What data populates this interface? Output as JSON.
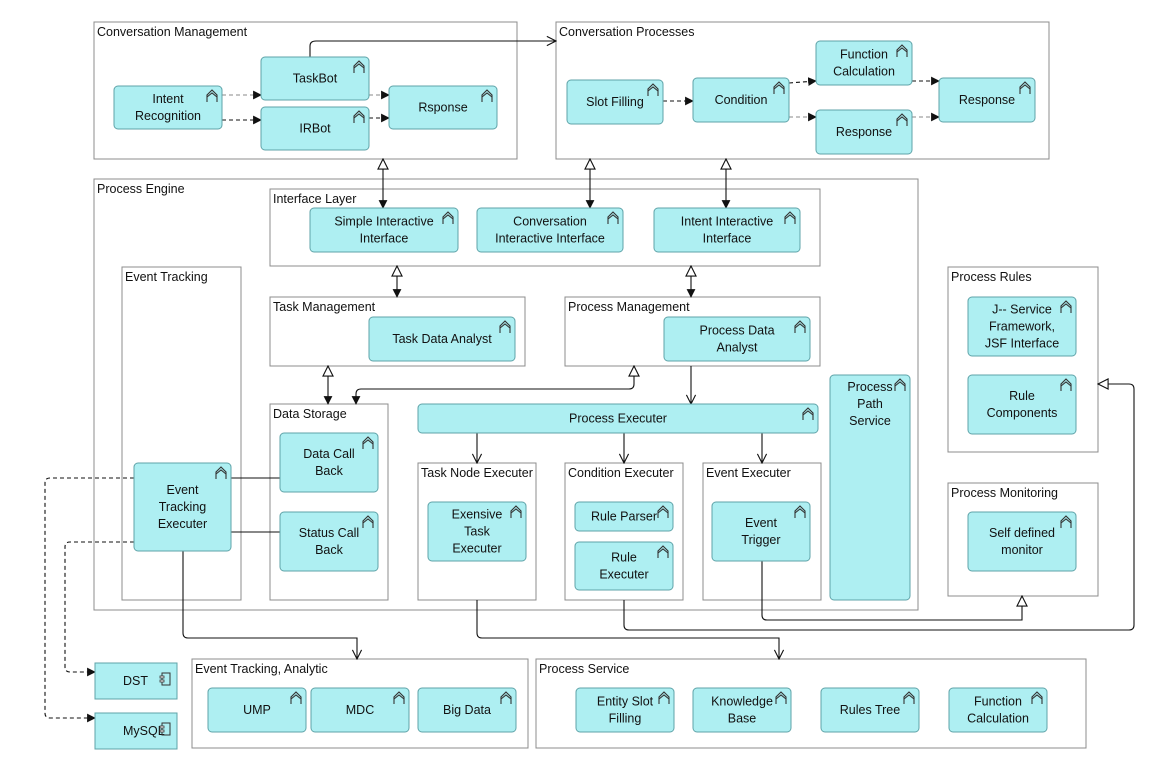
{
  "groups": [
    {
      "id": "conv_mgmt",
      "label": "Conversation Management"
    },
    {
      "id": "conv_proc",
      "label": "Conversation Processes"
    },
    {
      "id": "proc_engine",
      "label": "Process Engine"
    },
    {
      "id": "interface_layer",
      "label": "Interface Layer"
    },
    {
      "id": "event_tracking",
      "label": "Event Tracking"
    },
    {
      "id": "task_mgmt",
      "label": "Task Management"
    },
    {
      "id": "proc_mgmt",
      "label": "Process Management"
    },
    {
      "id": "data_storage",
      "label": "Data Storage"
    },
    {
      "id": "task_node_exec",
      "label": "Task Node Executer"
    },
    {
      "id": "cond_exec",
      "label": "Condition Executer"
    },
    {
      "id": "event_exec",
      "label": "Event Executer"
    },
    {
      "id": "proc_rules",
      "label": "Process Rules"
    },
    {
      "id": "proc_monitoring",
      "label": "Process Monitoring"
    },
    {
      "id": "event_analytic",
      "label": "Event Tracking, Analytic"
    },
    {
      "id": "proc_service",
      "label": "Process Service"
    }
  ],
  "nodes": [
    {
      "id": "intent_recognition",
      "lines": [
        "Intent",
        "Recognition"
      ]
    },
    {
      "id": "taskbot",
      "lines": [
        "TaskBot"
      ]
    },
    {
      "id": "irbot",
      "lines": [
        "IRBot"
      ]
    },
    {
      "id": "rsponse",
      "lines": [
        "Rsponse"
      ]
    },
    {
      "id": "slot_filling",
      "lines": [
        "Slot Filling"
      ]
    },
    {
      "id": "condition",
      "lines": [
        "Condition"
      ]
    },
    {
      "id": "function_calc_top",
      "lines": [
        "Function",
        "Calculation"
      ]
    },
    {
      "id": "response_mid",
      "lines": [
        "Response"
      ]
    },
    {
      "id": "response_right",
      "lines": [
        "Response"
      ]
    },
    {
      "id": "simple_interface",
      "lines": [
        "Simple Interactive",
        "Interface"
      ]
    },
    {
      "id": "conv_interface",
      "lines": [
        "Conversation",
        "Interactive Interface"
      ]
    },
    {
      "id": "intent_interface",
      "lines": [
        "Intent Interactive",
        "Interface"
      ]
    },
    {
      "id": "task_data_analyst",
      "lines": [
        "Task Data Analyst"
      ]
    },
    {
      "id": "proc_data_analyst",
      "lines": [
        "Process Data",
        "Analyst"
      ]
    },
    {
      "id": "proc_path_service",
      "lines": [
        "Process",
        "Path",
        "Service"
      ]
    },
    {
      "id": "data_call_back",
      "lines": [
        "Data Call",
        "Back"
      ]
    },
    {
      "id": "status_call_back",
      "lines": [
        "Status Call",
        "Back"
      ]
    },
    {
      "id": "event_tracking_exec",
      "lines": [
        "Event",
        "Tracking",
        "Executer"
      ]
    },
    {
      "id": "proc_executer",
      "lines": [
        "Process Executer"
      ]
    },
    {
      "id": "exensive_task",
      "lines": [
        "Exensive",
        "Task",
        "Executer"
      ]
    },
    {
      "id": "rule_parser",
      "lines": [
        "Rule Parser"
      ]
    },
    {
      "id": "rule_executer",
      "lines": [
        "Rule",
        "Executer"
      ]
    },
    {
      "id": "event_trigger",
      "lines": [
        "Event",
        "Trigger"
      ]
    },
    {
      "id": "j_service",
      "lines": [
        "J-- Service",
        "Framework,",
        "JSF Interface"
      ]
    },
    {
      "id": "rule_components",
      "lines": [
        "Rule",
        "Components"
      ]
    },
    {
      "id": "self_defined_monitor",
      "lines": [
        "Self defined",
        "monitor"
      ]
    },
    {
      "id": "ump",
      "lines": [
        "UMP"
      ]
    },
    {
      "id": "mdc",
      "lines": [
        "MDC"
      ]
    },
    {
      "id": "big_data",
      "lines": [
        "Big Data"
      ]
    },
    {
      "id": "entity_slot",
      "lines": [
        "Entity Slot",
        "Filling"
      ]
    },
    {
      "id": "knowledge_base",
      "lines": [
        "Knowledge",
        "Base"
      ]
    },
    {
      "id": "rules_tree",
      "lines": [
        "Rules Tree"
      ]
    },
    {
      "id": "function_calc_bottom",
      "lines": [
        "Function",
        "Calculation"
      ]
    }
  ],
  "artifacts": [
    {
      "id": "dst",
      "label": "DST"
    },
    {
      "id": "mysql",
      "label": "MySQL"
    }
  ],
  "icons": {
    "service": "service-icon",
    "artifact": "artifact-icon"
  },
  "colors": {
    "node_fill": "#aeeff2",
    "node_stroke": "#5fa3a8",
    "group_stroke": "#8c8c8c",
    "edge": "#111111"
  }
}
